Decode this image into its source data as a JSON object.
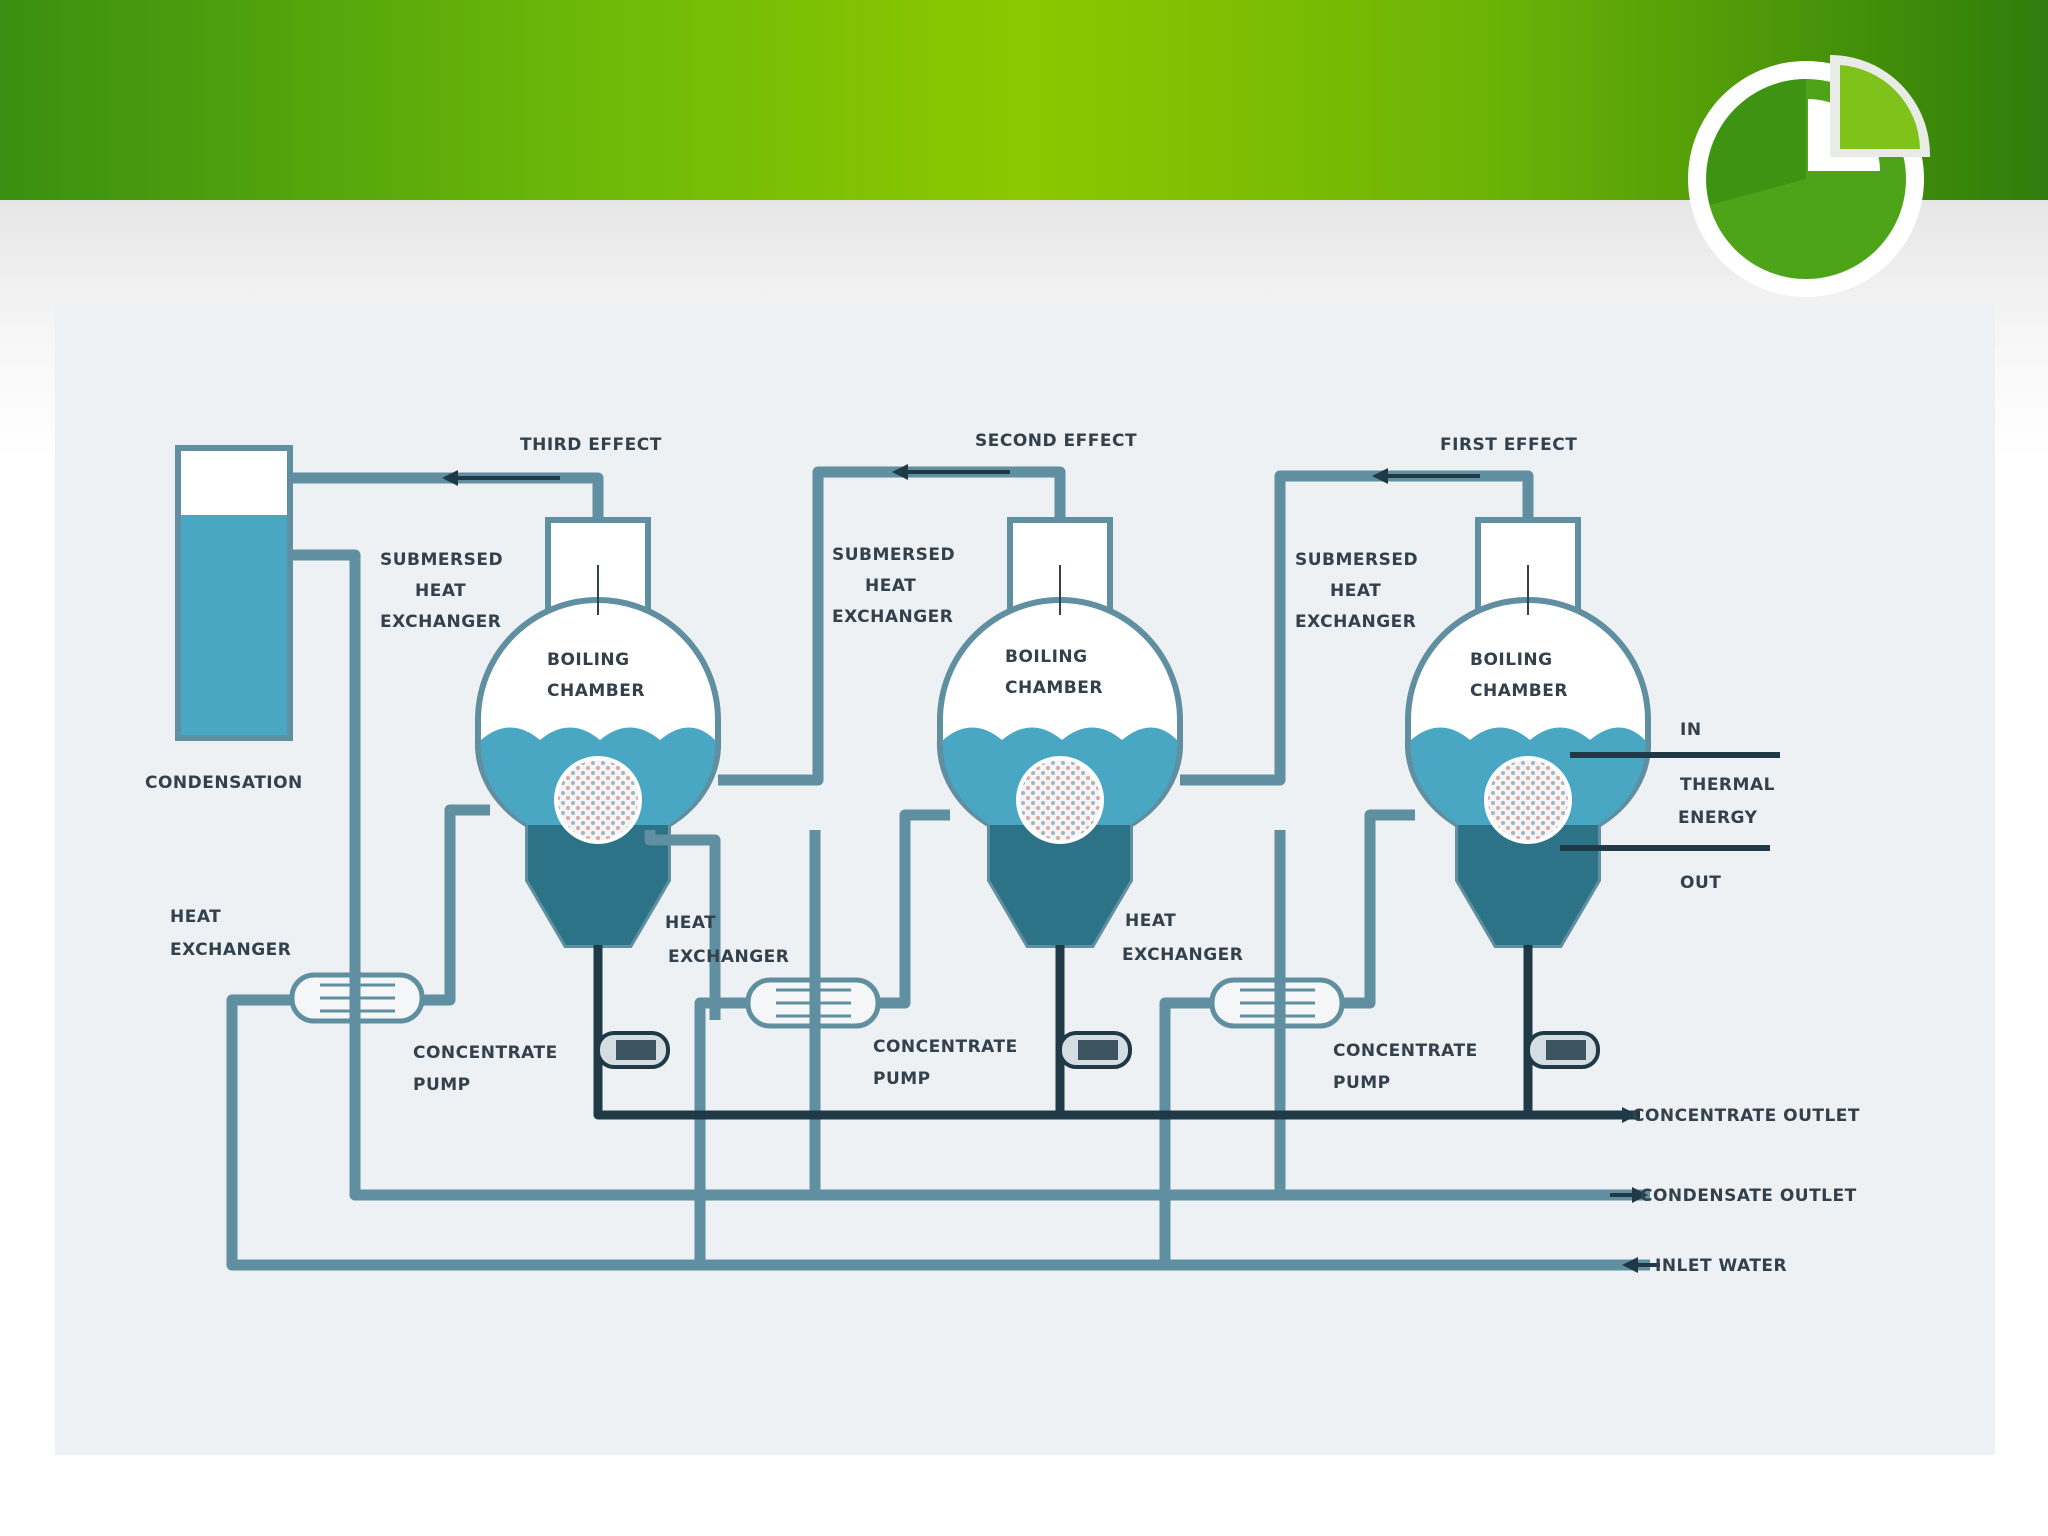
{
  "slide": {
    "accent_color": "#8cc800",
    "logo_icon": "pie-chart-logo-icon"
  },
  "diagram": {
    "effects": [
      {
        "title": "THIRD EFFECT",
        "exchanger_label": [
          "SUBMERSED",
          "HEAT",
          "EXCHANGER"
        ],
        "chamber_label": [
          "BOILING",
          "CHAMBER"
        ],
        "heat_exchanger_label": [
          "HEAT",
          "EXCHANGER"
        ],
        "pump_label": [
          "CONCENTRATE",
          "PUMP"
        ]
      },
      {
        "title": "SECOND EFFECT",
        "exchanger_label": [
          "SUBMERSED",
          "HEAT",
          "EXCHANGER"
        ],
        "chamber_label": [
          "BOILING",
          "CHAMBER"
        ],
        "heat_exchanger_label": [
          "HEAT",
          "EXCHANGER"
        ],
        "pump_label": [
          "CONCENTRATE",
          "PUMP"
        ]
      },
      {
        "title": "FIRST EFFECT",
        "exchanger_label": [
          "SUBMERSED",
          "HEAT",
          "EXCHANGER"
        ],
        "chamber_label": [
          "BOILING",
          "CHAMBER"
        ],
        "pump_label": [
          "CONCENTRATE",
          "PUMP"
        ]
      }
    ],
    "condensation_label": "CONDENSATION",
    "left_heat_exchanger_label": [
      "HEAT",
      "EXCHANGER"
    ],
    "thermal_energy_label": [
      "IN",
      "THERMAL",
      "ENERGY",
      "OUT"
    ],
    "outlets": [
      "CONCENTRATE OUTLET",
      "CONDENSATE OUTLET",
      "INLET WATER"
    ],
    "colors": {
      "pipe": "#5f8fa0",
      "liquid": "#4aa7c4",
      "dark": "#1f3a46",
      "bottom": "#2c7387"
    }
  }
}
